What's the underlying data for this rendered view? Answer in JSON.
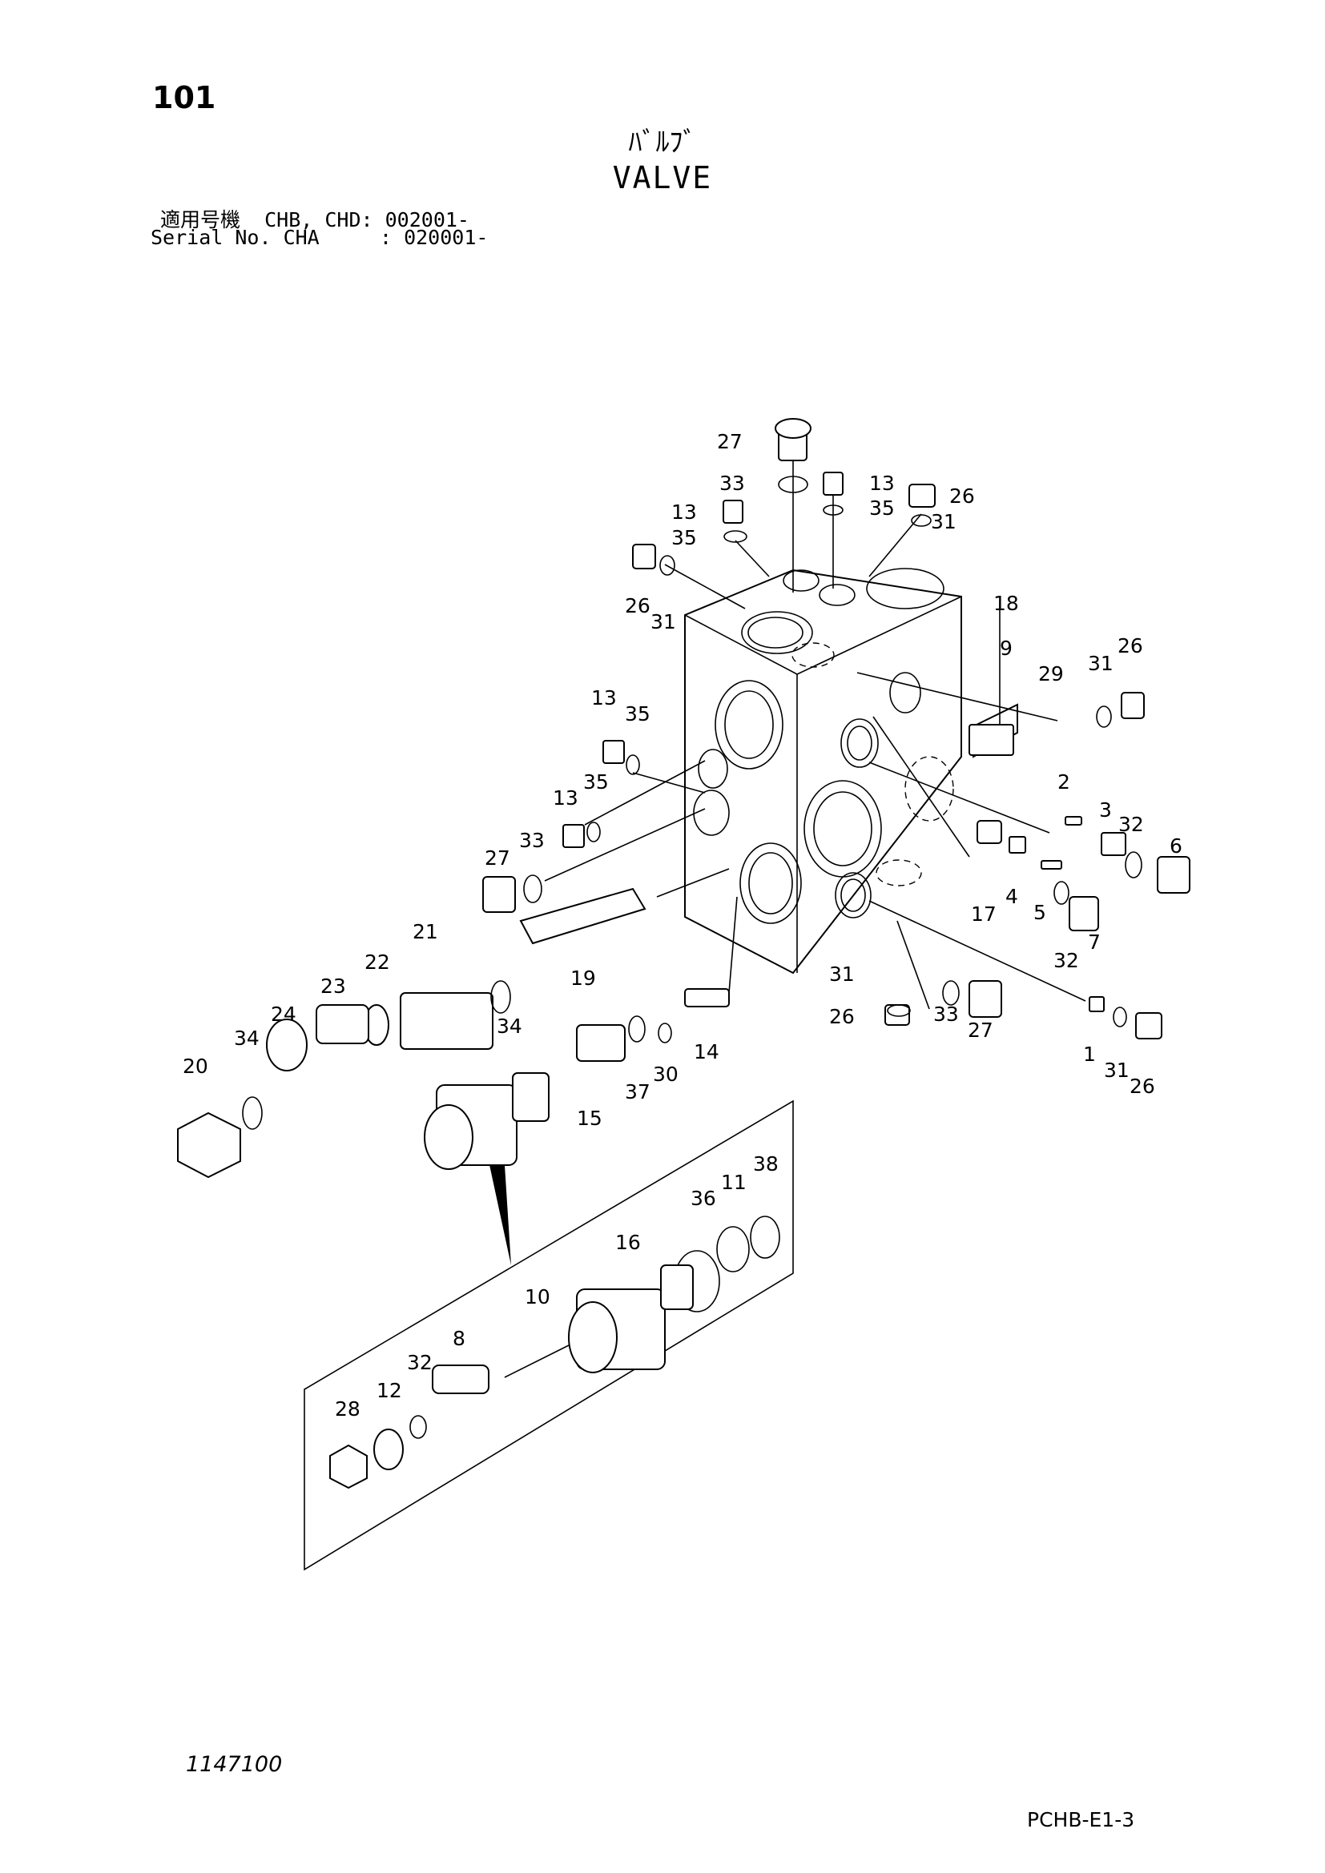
{
  "header": {
    "page_number": "101",
    "title_jp": "ﾊﾞﾙﾌﾞ",
    "title_en": "VALVE",
    "serial_line_1": "適用号機  CHB, CHD: 002001-",
    "serial_line_2": "Serial No. CHA     : 020001-"
  },
  "footer": {
    "doc_code": "1147100",
    "page_code": "PCHB-E1-3"
  },
  "callouts": [
    {
      "n": "1"
    },
    {
      "n": "2"
    },
    {
      "n": "3"
    },
    {
      "n": "4"
    },
    {
      "n": "5"
    },
    {
      "n": "6"
    },
    {
      "n": "7"
    },
    {
      "n": "8"
    },
    {
      "n": "9"
    },
    {
      "n": "10"
    },
    {
      "n": "11"
    },
    {
      "n": "12"
    },
    {
      "n": "13"
    },
    {
      "n": "13"
    },
    {
      "n": "13"
    },
    {
      "n": "13"
    },
    {
      "n": "14"
    },
    {
      "n": "15"
    },
    {
      "n": "16"
    },
    {
      "n": "17"
    },
    {
      "n": "18"
    },
    {
      "n": "19"
    },
    {
      "n": "20"
    },
    {
      "n": "21"
    },
    {
      "n": "22"
    },
    {
      "n": "23"
    },
    {
      "n": "24"
    },
    {
      "n": "26"
    },
    {
      "n": "26"
    },
    {
      "n": "26"
    },
    {
      "n": "26"
    },
    {
      "n": "26"
    },
    {
      "n": "27"
    },
    {
      "n": "27"
    },
    {
      "n": "27"
    },
    {
      "n": "28"
    },
    {
      "n": "29"
    },
    {
      "n": "30"
    },
    {
      "n": "31"
    },
    {
      "n": "31"
    },
    {
      "n": "31"
    },
    {
      "n": "31"
    },
    {
      "n": "31"
    },
    {
      "n": "32"
    },
    {
      "n": "32"
    },
    {
      "n": "32"
    },
    {
      "n": "33"
    },
    {
      "n": "33"
    },
    {
      "n": "33"
    },
    {
      "n": "34"
    },
    {
      "n": "34"
    },
    {
      "n": "35"
    },
    {
      "n": "35"
    },
    {
      "n": "35"
    },
    {
      "n": "35"
    },
    {
      "n": "36"
    },
    {
      "n": "37"
    },
    {
      "n": "38"
    }
  ]
}
